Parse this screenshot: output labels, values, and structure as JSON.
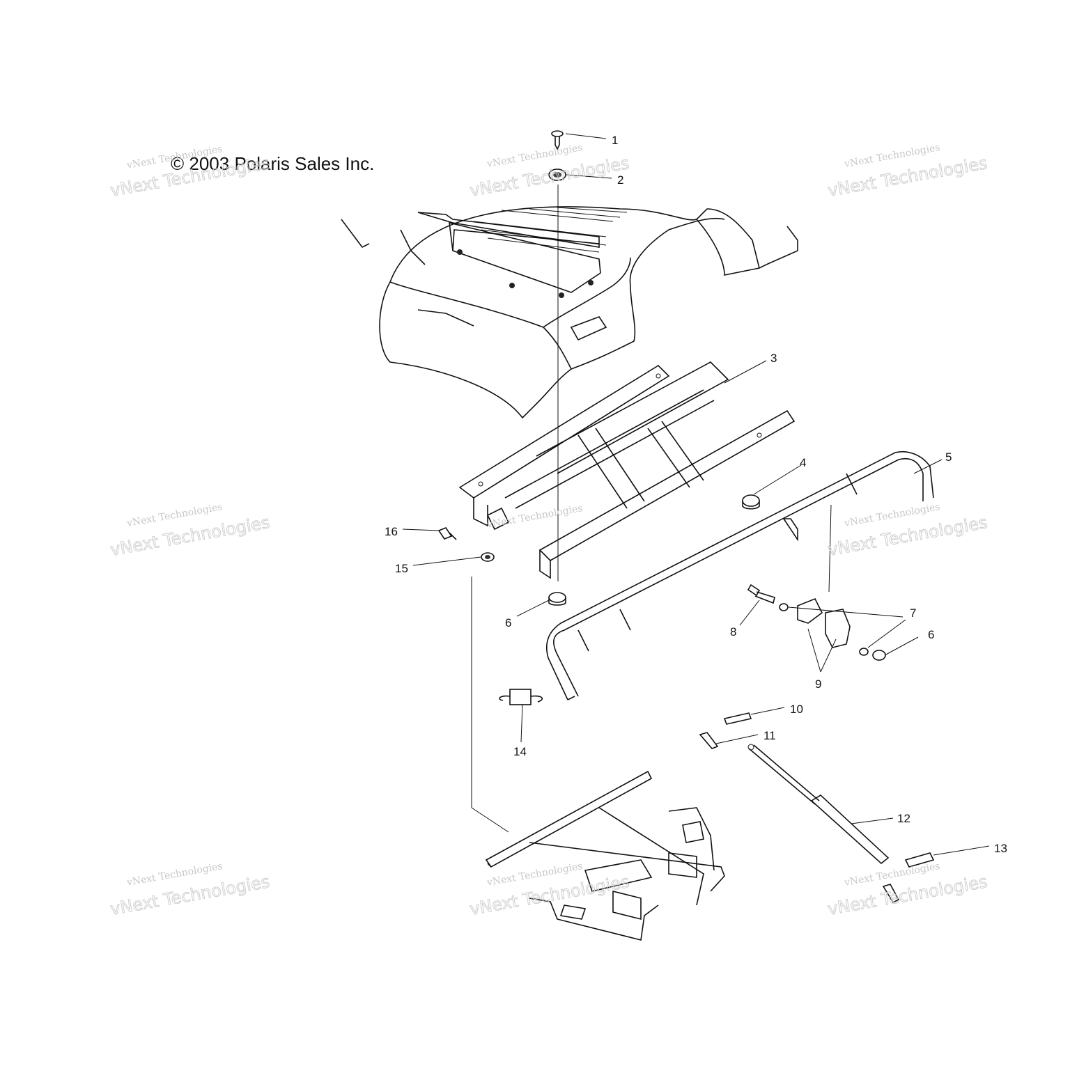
{
  "copyright": "© 2003 Polaris Sales Inc.",
  "callouts": [
    {
      "label": "1"
    },
    {
      "label": "2"
    },
    {
      "label": "3"
    },
    {
      "label": "4"
    },
    {
      "label": "5"
    },
    {
      "label": "6"
    },
    {
      "label": "6"
    },
    {
      "label": "7"
    },
    {
      "label": "8"
    },
    {
      "label": "9"
    },
    {
      "label": "10"
    },
    {
      "label": "11"
    },
    {
      "label": "12"
    },
    {
      "label": "13"
    },
    {
      "label": "14"
    },
    {
      "label": "15"
    },
    {
      "label": "16"
    }
  ],
  "watermark": {
    "line1": "vNext Technologies",
    "line2": "vNext Technologies"
  }
}
